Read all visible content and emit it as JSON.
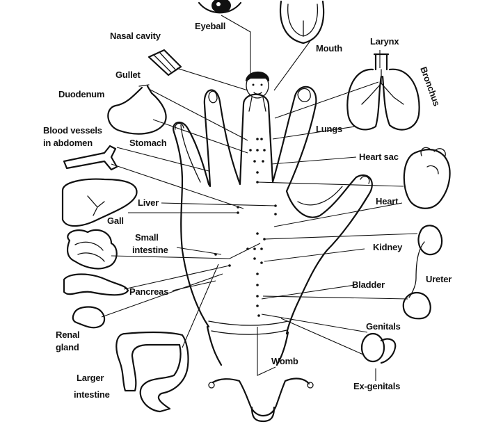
{
  "labels": {
    "eyeball": "Eyeball",
    "nasal_cavity": "Nasal cavity",
    "mouth": "Mouth",
    "larynx": "Larynx",
    "bronchus": "Bronchus",
    "gullet": "Gullet",
    "duodenum": "Duodenum",
    "blood_vessels_1": "Blood vessels",
    "blood_vessels_2": "in abdomen",
    "stomach": "Stomach",
    "lungs": "Lungs",
    "heart_sac": "Heart sac",
    "heart": "Heart",
    "liver": "Liver",
    "gall": "Gall",
    "small_intestine_1": "Small",
    "small_intestine_2": "intestine",
    "kidney": "Kidney",
    "ureter": "Ureter",
    "pancreas": "Pancreas",
    "bladder": "Bladder",
    "renal_gland_1": "Renal",
    "renal_gland_2": "gland",
    "genitals": "Genitals",
    "womb": "Womb",
    "larger_intestine_1": "Larger",
    "larger_intestine_2": "intestine",
    "ex_genitals": "Ex-genitals"
  },
  "colors": {
    "ink": "#111111",
    "background": "#ffffff"
  }
}
